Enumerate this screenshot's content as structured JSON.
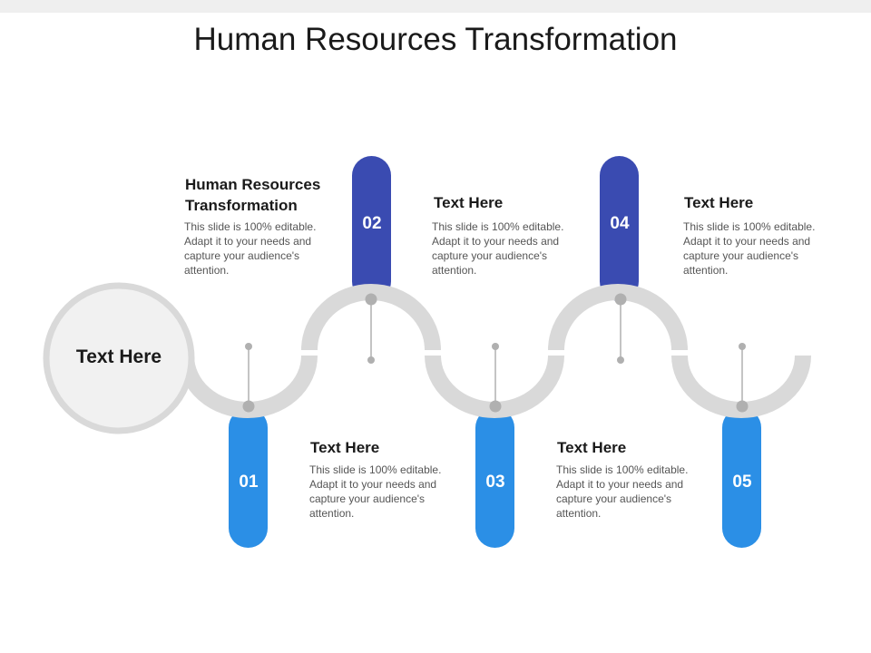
{
  "title": "Human Resources Transformation",
  "center_label": "Text Here",
  "colors": {
    "dark_blue": "#3a4bb1",
    "light_blue": "#2b8fe6",
    "track_gray": "#d9d9d9",
    "dot_gray": "#b0b0b0"
  },
  "steps": [
    {
      "number": "01",
      "title": "Text Here",
      "body": "This slide is 100% editable. Adapt it to your needs and capture your audience's attention."
    },
    {
      "number": "02",
      "title": "Human Resources Transformation",
      "body": "This slide is 100% editable. Adapt it to your needs and capture your audience's attention."
    },
    {
      "number": "03",
      "title": "Text Here",
      "body": "This slide is 100% editable. Adapt it to your needs and capture your audience's attention."
    },
    {
      "number": "04",
      "title": "Text Here",
      "body": "This slide is 100% editable. Adapt it to your needs and capture your audience's attention."
    },
    {
      "number": "05",
      "title": "Text Here",
      "body": "This slide is 100% editable. Adapt it to your needs and capture your audience's attention."
    }
  ]
}
